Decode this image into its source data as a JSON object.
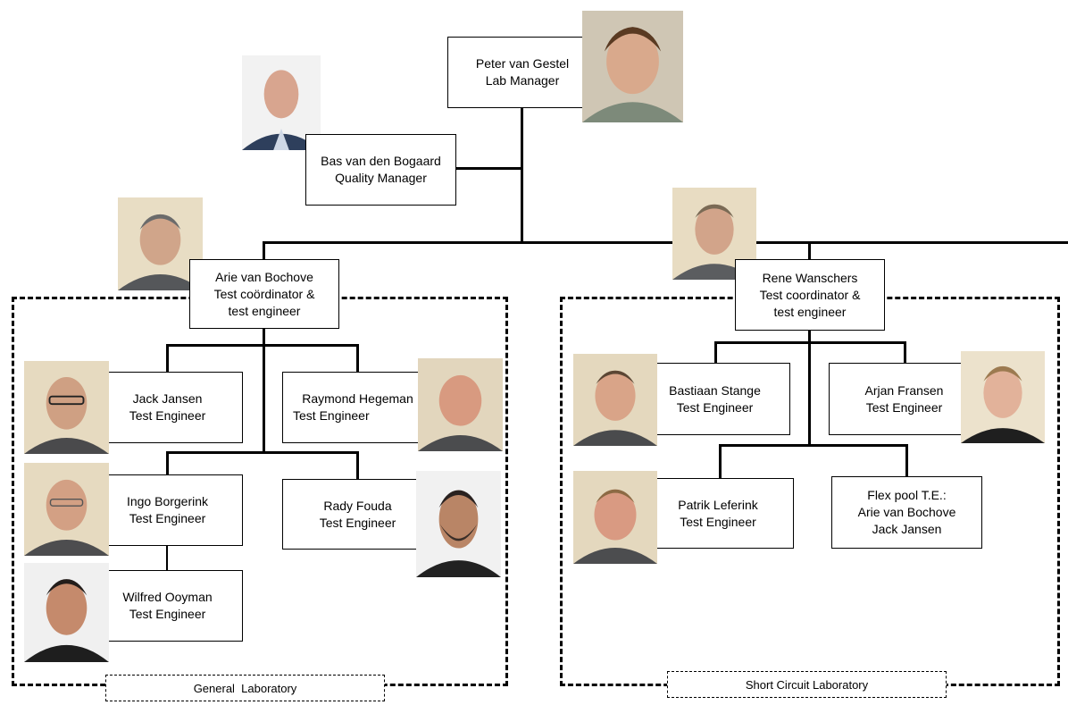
{
  "chart": {
    "top": {
      "name": "Peter van Gestel",
      "role": "Lab Manager",
      "photo": "portrait-photo"
    },
    "staff": {
      "name": "Bas van den Bogaard",
      "role": "Quality Manager",
      "photo": "portrait-photo"
    },
    "general_lab": {
      "label": "General  Laboratory",
      "lead": {
        "name": "Arie van Bochove",
        "role_line1": "Test coördinator &",
        "role_line2": "test engineer",
        "photo": "portrait-photo"
      },
      "members": [
        {
          "name": "Jack Jansen",
          "role": "Test Engineer"
        },
        {
          "name": "Raymond Hegeman",
          "role": "Test Engineer"
        },
        {
          "name": "Ingo Borgerink",
          "role": "Test Engineer"
        },
        {
          "name": "Rady Fouda",
          "role": "Test Engineer"
        },
        {
          "name": "Wilfred Ooyman",
          "role": "Test Engineer"
        }
      ]
    },
    "short_circuit_lab": {
      "label": "Short Circuit Laboratory",
      "lead": {
        "name": "Rene Wanschers",
        "role_line1": "Test coordinator &",
        "role_line2": "test engineer",
        "photo": "portrait-photo"
      },
      "members": [
        {
          "name": "Bastiaan Stange",
          "role": "Test Engineer"
        },
        {
          "name": "Arjan Fransen",
          "role": "Test Engineer"
        },
        {
          "name": "Patrik Leferink",
          "role": "Test Engineer"
        }
      ],
      "flex_pool": {
        "title": "Flex pool T.E.:",
        "members": [
          "Arie van Bochove",
          "Jack Jansen"
        ]
      }
    }
  },
  "colors": {
    "line": "#000000",
    "box_bg": "#ffffff"
  }
}
